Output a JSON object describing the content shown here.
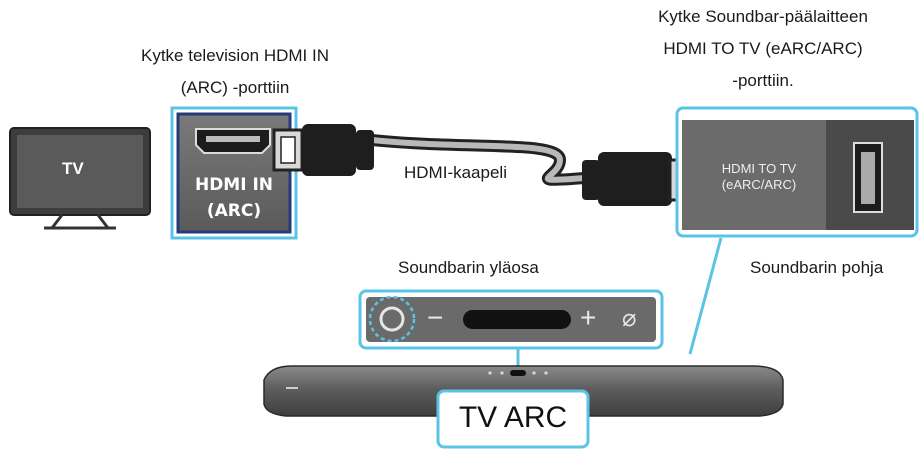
{
  "tv": {
    "label": "TV"
  },
  "hdmi_in": {
    "caption_line1": "Kytke television HDMI IN",
    "caption_line2": "(ARC) -porttiin",
    "port_line1": "HDMI IN",
    "port_line2": "(ARC)"
  },
  "cable": {
    "label": "HDMI-kaapeli"
  },
  "soundbar_port": {
    "caption_line1": "Kytke Soundbar-päälaitteen",
    "caption_line2": "HDMI TO TV (eARC/ARC)",
    "caption_line3": "-porttiin.",
    "port_line1": "HDMI TO TV",
    "port_line2": "(eARC/ARC)"
  },
  "soundbar_top": {
    "label": "Soundbarin yläosa"
  },
  "soundbar_bottom": {
    "label": "Soundbarin pohja"
  },
  "controls": {
    "minus": "−",
    "plus": "+",
    "mic_off": "⌀"
  },
  "mode": {
    "label": "TV ARC"
  },
  "colors": {
    "accent": "#5bc4e6",
    "dark": "#3a3a3a",
    "panel": "#6e6e6e",
    "inner_border": "#243b78"
  }
}
